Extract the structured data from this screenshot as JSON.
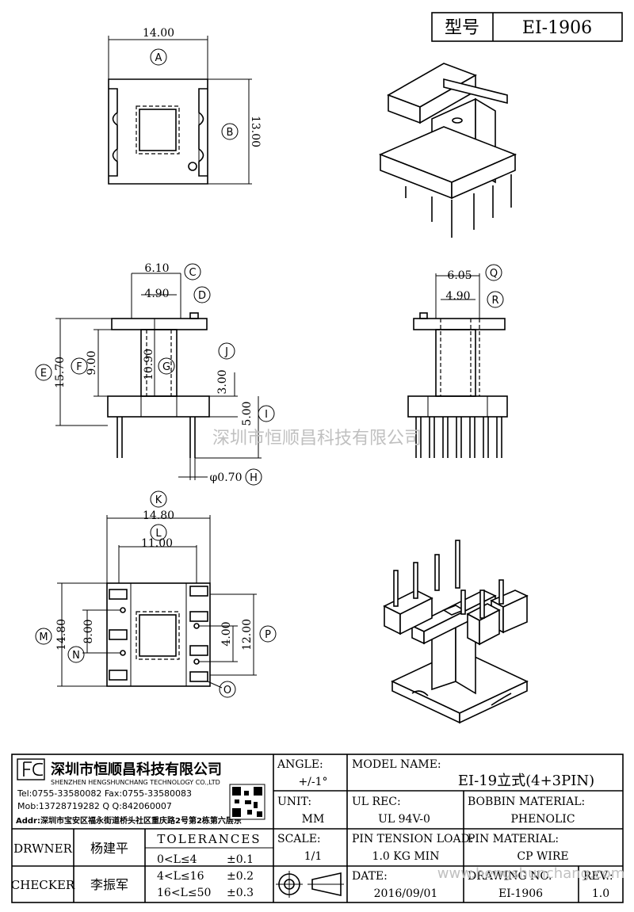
{
  "header": {
    "model_label": "型号",
    "model_value": "EI-1906"
  },
  "top_view": {
    "dims": [
      {
        "id": "A",
        "value": "14.00"
      },
      {
        "id": "B",
        "value": "13.00"
      }
    ]
  },
  "front_view": {
    "dims": [
      {
        "id": "C",
        "value": "6.10"
      },
      {
        "id": "D",
        "value": "4.90"
      },
      {
        "id": "E",
        "value": "15.70"
      },
      {
        "id": "F",
        "value": "9.00"
      },
      {
        "id": "G",
        "value": "10.90"
      },
      {
        "id": "J",
        "value": "3.00"
      },
      {
        "id": "I",
        "value": "5.00"
      },
      {
        "id": "H",
        "value": "φ0.70"
      }
    ]
  },
  "side_view": {
    "dims": [
      {
        "id": "Q",
        "value": "6.05"
      },
      {
        "id": "R",
        "value": "4.90"
      }
    ]
  },
  "bottom_view": {
    "dims": [
      {
        "id": "K",
        "value": "14.80"
      },
      {
        "id": "L",
        "value": "11.00"
      },
      {
        "id": "M",
        "value": "14.80"
      },
      {
        "id": "N",
        "value": "8.00"
      },
      {
        "id": "P",
        "value": "12.00"
      },
      {
        "id": "O",
        "value": ""
      },
      {
        "id": "X",
        "value": "4.00"
      }
    ]
  },
  "watermark_center": "深圳市恒顺昌科技有限公司",
  "watermark_url": "www.hengshunchang.com",
  "title_block": {
    "company_cn": "深圳市恒顺昌科技有限公司",
    "company_en": "SHENZHEN HENGSHUNCHANG TECHNOLOGY CO.,LTD",
    "tel": "Tel:0755-33580082 Fax:0755-33580083",
    "mob": "Mob:13728719282    Q  Q:842060007",
    "addr": "Addr:深圳市宝安区福永街道桥头社区重庆路2号第2栋第六层东",
    "angle_label": "ANGLE:",
    "angle_value": "+/-1°",
    "unit_label": "UNIT:",
    "unit_value": "MM",
    "scale_label": "SCALE:",
    "scale_value": "1/1",
    "model_name_label": "MODEL NAME:",
    "model_name_value": "EI-19立式(4+3PIN)",
    "ul_label": "UL REC:",
    "ul_value": "UL 94V-0",
    "bobbin_label": "BOBBIN MATERIAL:",
    "bobbin_value": "PHENOLIC",
    "pin_tension_label": "PIN TENSION LOAD:",
    "pin_tension_value": "1.0 KG MIN",
    "pin_material_label": "PIN MATERIAL:",
    "pin_material_value": "CP WIRE",
    "date_label": "DATE:",
    "date_value": "2016/09/01",
    "drawing_no_label": "DRAWING NO.",
    "drawing_no_value": "EI-1906",
    "rev_label": "REV.:",
    "rev_value": "1.0",
    "drawer_label": "DRWNER",
    "drawer_value": "杨建平",
    "checker_label": "CHECKER",
    "checker_value": "李振军",
    "tolerances_label": "TOLERANCES",
    "tolerances": [
      {
        "range": "0<L≤4",
        "value": "±0.1"
      },
      {
        "range": "4<L≤16",
        "value": "±0.2"
      },
      {
        "range": "16<L≤50",
        "value": "±0.3"
      }
    ]
  }
}
